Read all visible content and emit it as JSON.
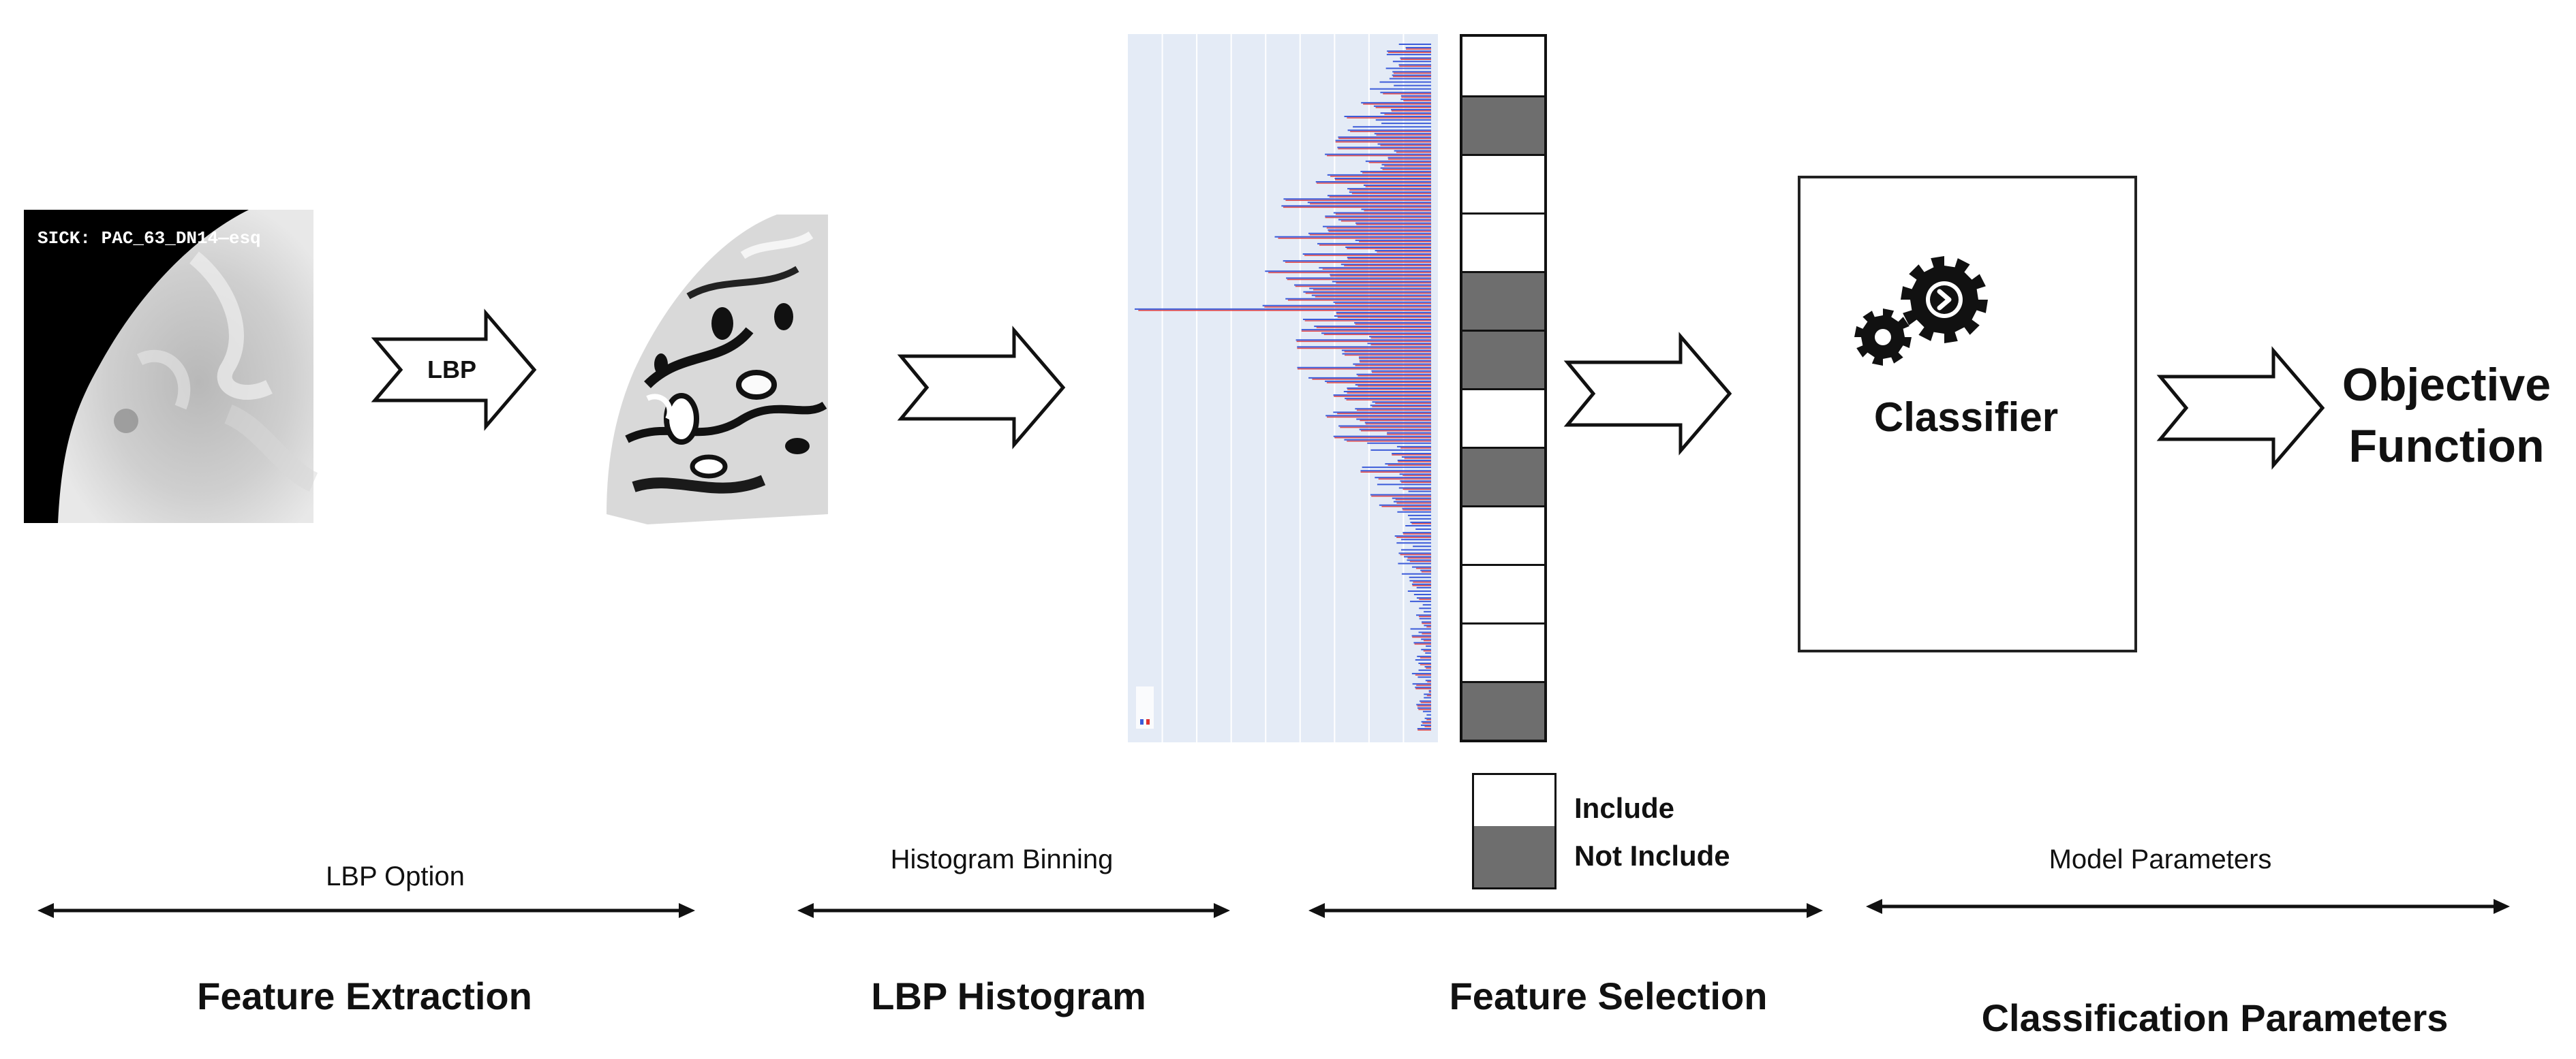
{
  "thermogram": {
    "caption": "SICK: PAC_63_DN14—esq"
  },
  "steps": {
    "lbp_arrow_label": "LBP",
    "classifier_label": "Classifier",
    "objective_line1": "Objective",
    "objective_line2": "Function"
  },
  "feature_mask": [
    "include",
    "not-include",
    "include",
    "include",
    "not-include",
    "not-include",
    "include",
    "not-include",
    "include",
    "include",
    "include",
    "not-include"
  ],
  "legend": {
    "include": "Include",
    "not_include": "Not Include"
  },
  "parameters": {
    "lbp_option": "LBP Option",
    "histogram_binning": "Histogram Binning",
    "model_parameters": "Model Parameters"
  },
  "sections": {
    "feature_extraction": "Feature Extraction",
    "lbp_histogram": "LBP Histogram",
    "feature_selection": "Feature Selection",
    "classification_parameters": "Classification Parameters"
  },
  "colors": {
    "histogram_background": "#e4ebf6",
    "bar_blue": "#3b5bd9",
    "bar_red": "#e03030",
    "selected_gray": "#6e6e6e",
    "arrow_stroke": "#111111"
  }
}
